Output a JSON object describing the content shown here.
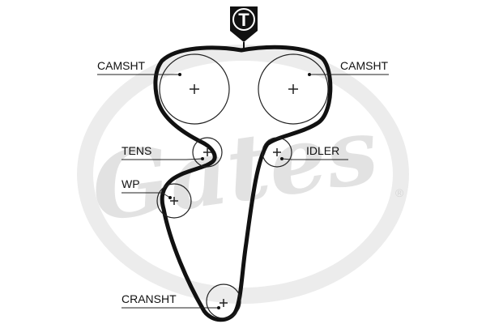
{
  "watermark": {
    "text": "Gates",
    "registered_mark": "®",
    "color": "#e6e6e6"
  },
  "timing_badge": {
    "letter": "T",
    "color": "#111111"
  },
  "labels": {
    "camshaft_left": "CAMSHT",
    "camshaft_right": "CAMSHT",
    "tensioner": "TENS",
    "idler": "IDLER",
    "water_pump": "WP",
    "crankshaft": "CRANSHT"
  },
  "colors": {
    "belt": "#111111",
    "line": "#111111"
  }
}
